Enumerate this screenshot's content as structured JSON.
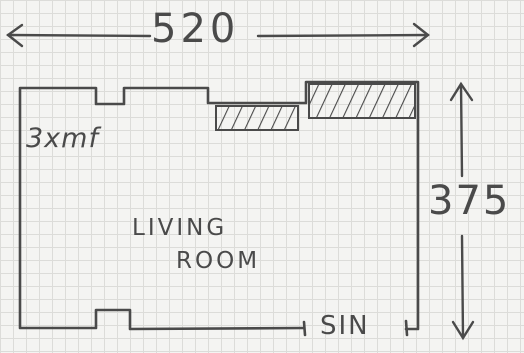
{
  "dimensions": {
    "width": "520",
    "height": "375"
  },
  "room": {
    "code": "3xmf",
    "name_line1": "LIVING",
    "name_line2": "ROOM",
    "fixture": "SIN"
  },
  "colors": {
    "pencil": "#4a4a4a",
    "grid": "#dcdcd9",
    "paper": "#f4f4f2"
  }
}
